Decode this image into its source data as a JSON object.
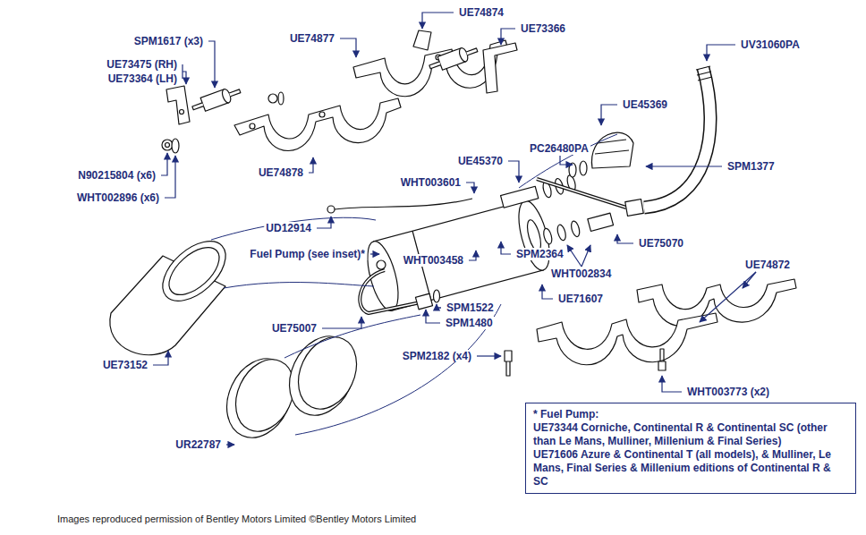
{
  "diagram": {
    "nodes": [
      {
        "text": [
          "* Fuel Pump:",
          "UE73344 Corniche, Continental R & Continental SC (other than Le Mans, Mulliner, Millenium & Final Series)",
          "UE71606 Azure & Continental T (all models), & Mulliner, Le Mans, Final Series & Millenium editions of Continental R & SC"
        ]
      }
    ],
    "labels": [
      "UE74874",
      "UE73366",
      "UE74877",
      "SPM1617 (x3)",
      "UV31060PA",
      "UE73475 (RH)",
      "UE73364 (LH)",
      "UE45369",
      "PC26480PA",
      "UE45370",
      "SPM1377",
      "UE74878",
      "N90215804 (x6)",
      "WHT003601",
      "WHT002896 (x6)",
      "UD12914",
      "UE75070",
      "Fuel Pump (see inset)*",
      "SPM2364",
      "WHT003458",
      "UE74872",
      "WHT002834",
      "UE71607",
      "SPM1522",
      "SPM1480",
      "UE75007",
      "SPM2182 (x4)",
      "UE73152",
      "WHT003773 (x2)",
      "UR22787",
      "Images reproduced permission of Bentley Motors Limited ©Bentley Motors Limited"
    ]
  }
}
